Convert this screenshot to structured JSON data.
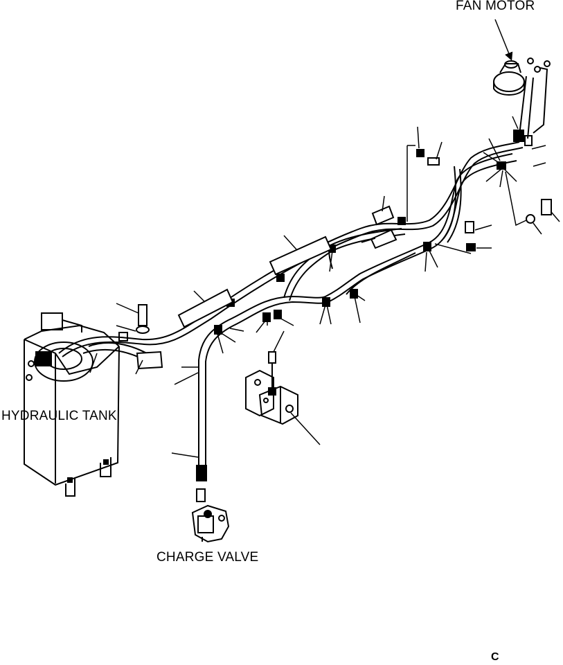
{
  "labels": {
    "fan_motor": "FAN MOTOR",
    "hydraulic_tank": "HYDRAULIC TANK",
    "charge_valve": "CHARGE VALVE",
    "corner_mark": "C"
  },
  "colors": {
    "ink": "#000000",
    "paper": "#ffffff"
  }
}
